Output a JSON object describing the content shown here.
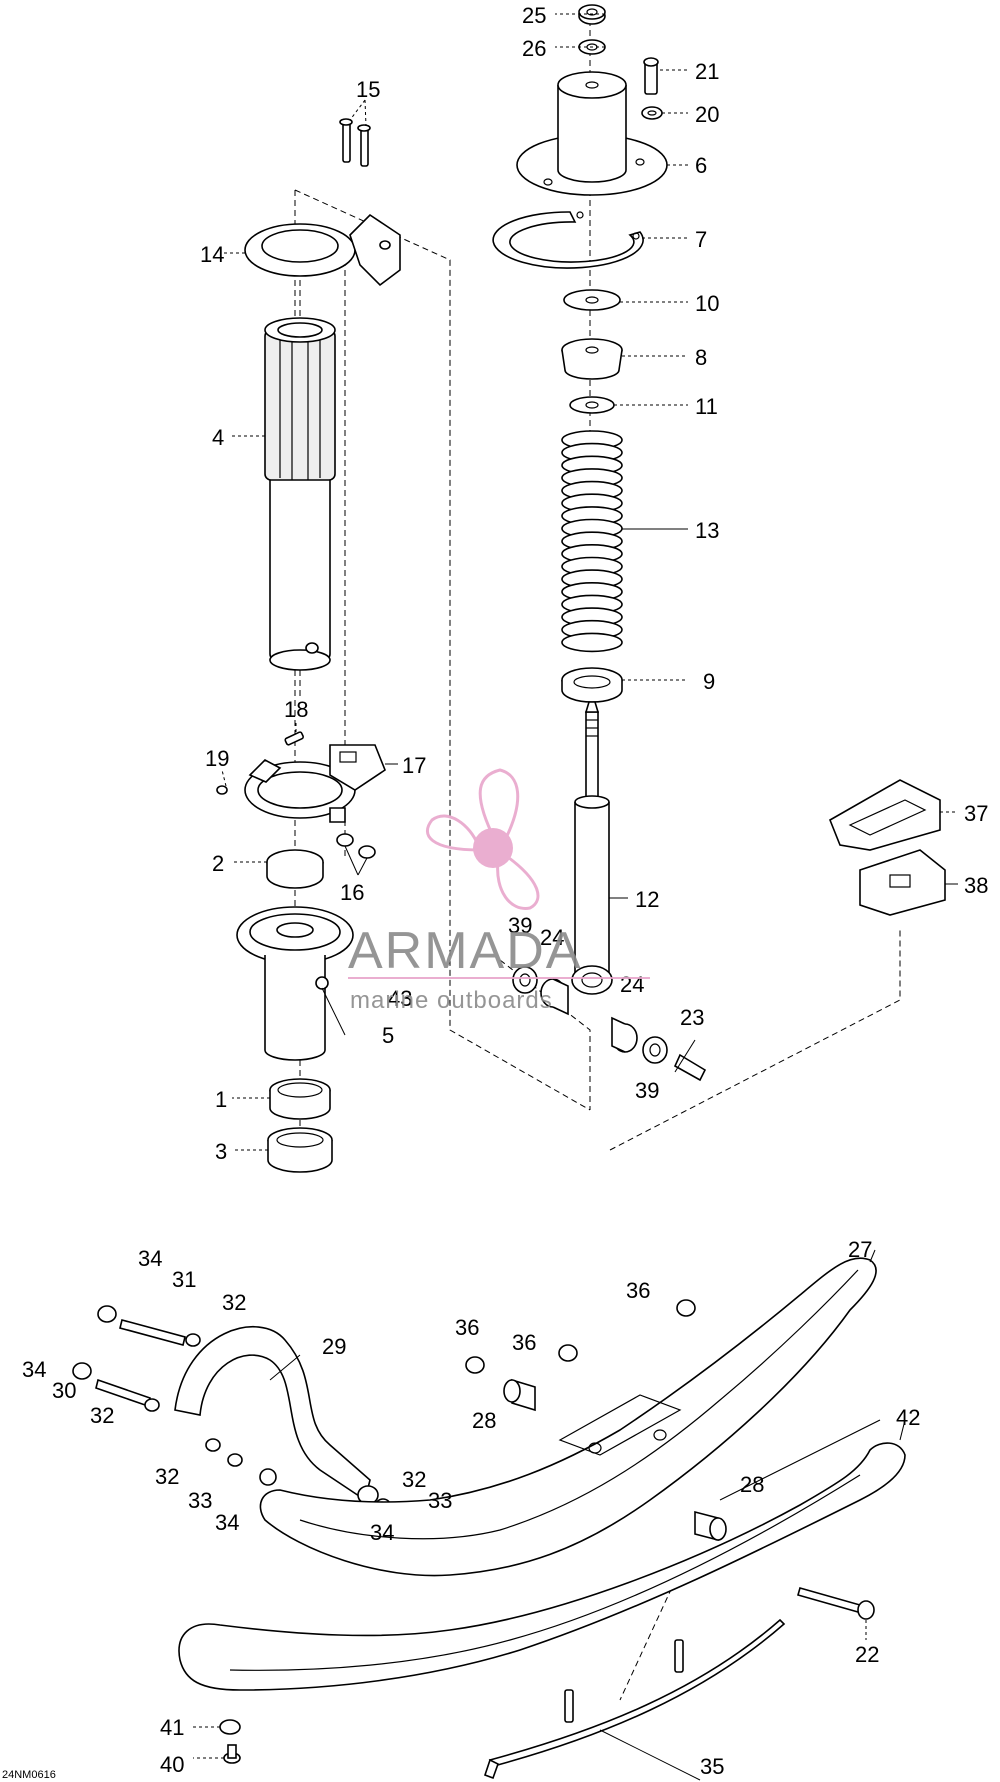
{
  "diagram": {
    "drawing_code": "24NM0616",
    "watermark": {
      "title": "ARMADA",
      "subtitle": "marine outboards",
      "logo_color": "#e8a6cc"
    },
    "callouts": [
      "25",
      "26",
      "21",
      "20",
      "6",
      "7",
      "10",
      "8",
      "11",
      "13",
      "9",
      "12",
      "15",
      "14",
      "4",
      "18",
      "19",
      "17",
      "2",
      "16",
      "39",
      "24",
      "24",
      "23",
      "39",
      "43",
      "5",
      "1",
      "3",
      "37",
      "38",
      "27",
      "34",
      "31",
      "32",
      "29",
      "36",
      "36",
      "36",
      "34",
      "30",
      "32",
      "28",
      "42",
      "32",
      "33",
      "32",
      "33",
      "34",
      "34",
      "28",
      "22",
      "41",
      "35",
      "40"
    ]
  }
}
